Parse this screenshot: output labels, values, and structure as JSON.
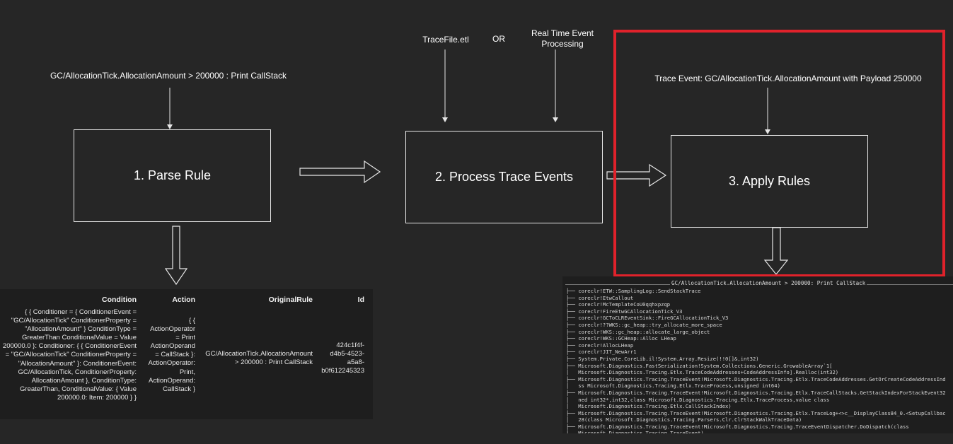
{
  "labels": {
    "parse_input": "GC/AllocationTick.AllocationAmount > 200000 : Print CallStack",
    "trace_file": "TraceFile.etl",
    "or": "OR",
    "realtime_line1": "Real Time Event",
    "realtime_line2": "Processing",
    "trace_event": "Trace Event: GC/AllocationTick.AllocationAmount with Payload 250000"
  },
  "steps": {
    "parse": "1. Parse Rule",
    "process": "2. Process Trace Events",
    "apply": "3. Apply Rules"
  },
  "table": {
    "headers": [
      "Condition",
      "Action",
      "OriginalRule",
      "Id"
    ],
    "condition_lines": [
      "{ { Conditioner = { ConditionerEvent =",
      "\"GC/AllocationTick\" ConditionerProperty =",
      "\"AllocationAmount\" } ConditionType =",
      "GreaterThan ConditionalValue = Value",
      "200000.0 }: Conditioner: { { ConditionerEvent",
      "= \"GC/AllocationTick\" ConditionerProperty =",
      "\"AllocationAmount\" }: ConditionerEvent:",
      "GC/AllocationTick, ConditionerProperty:",
      "AllocationAmount }, ConditionType:",
      "GreaterThan, ConditionalValue: { Value",
      "200000.0: Item: 200000 } }"
    ],
    "action_lines": [
      "{ {",
      "ActionOperator",
      "= Print",
      "ActionOperand",
      "= CallStack }:",
      "ActionOperator:",
      "Print,",
      "ActionOperand:",
      "CallStack }"
    ],
    "original_rule_lines": [
      "GC/AllocationTick.AllocationAmount",
      "> 200000 : Print CallStack"
    ],
    "id_lines": [
      "424c1f4f-",
      "d4b5-4523-",
      "a5a8-",
      "b0f612245323"
    ]
  },
  "callstack": {
    "title": "GC/AllocationTick.AllocationAmount > 200000: Print CallStack",
    "lines": [
      "├── coreclr!ETW::SamplingLog::SendStackTrace",
      "├── coreclr!EtwCallout",
      "├── coreclr!McTemplateCoU0qqhxpzqp",
      "├── coreclr!FireEtwGCAllocationTick_V3",
      "├── coreclr!GCToCLREventSink::FireGCAllocationTick_V3",
      "├── coreclr!??WKS::gc_heap::try_allocate_more_space",
      "├── coreclr!WKS::gc_heap::allocate_large_object",
      "├── coreclr!WKS::GCHeap::Alloc LHeap",
      "├── coreclr!AllocLHeap",
      "├── coreclr!JIT_NewArr1",
      "├── System.Private.CoreLib.il!System.Array.Resize(!!0[]&,int32)",
      "├── Microsoft.Diagnostics.FastSerialization!System.Collections.Generic.GrowableArray`1[",
      "│   Microsoft.Diagnostics.Tracing.Etlx.TraceCodeAddresses+CodeAddressInfo].Realloc(int32)",
      "├── Microsoft.Diagnostics.Tracing.TraceEvent!Microsoft.Diagnostics.Tracing.Etlx.TraceCodeAddresses.GetOrCreateCodeAddressInd",
      "│   ss Microsoft.Diagnostics.Tracing.Etlx.TraceProcess,unsigned int64)",
      "├── Microsoft.Diagnostics.Tracing.TraceEvent!Microsoft.Diagnostics.Tracing.Etlx.TraceCallStacks.GetStackIndexForStackEvent32",
      "│   ned int32*,int32,class Microsoft.Diagnostics.Tracing.Etlx.TraceProcess,value class",
      "│   Microsoft.Diagnostics.Tracing.Etlx.CallStackIndex)",
      "├── Microsoft.Diagnostics.Tracing.TraceEvent!Microsoft.Diagnostics.Tracing.Etlx.TraceLog+<>c__DisplayClass84_0.<SetupCallbac",
      "│   28(class Microsoft.Diagnostics.Tracing.Parsers.Clr.ClrStackWalkTraceData)",
      "├── Microsoft.Diagnostics.Tracing.TraceEvent!Microsoft.Diagnostics.Tracing.TraceEventDispatcher.DoDispatch(class",
      "│   Microsoft.Diagnostics.Tracing.TraceEvent)"
    ]
  },
  "colors": {
    "background": "#262626",
    "highlight_border": "#e0222b",
    "panel": "#1e1e1e"
  }
}
